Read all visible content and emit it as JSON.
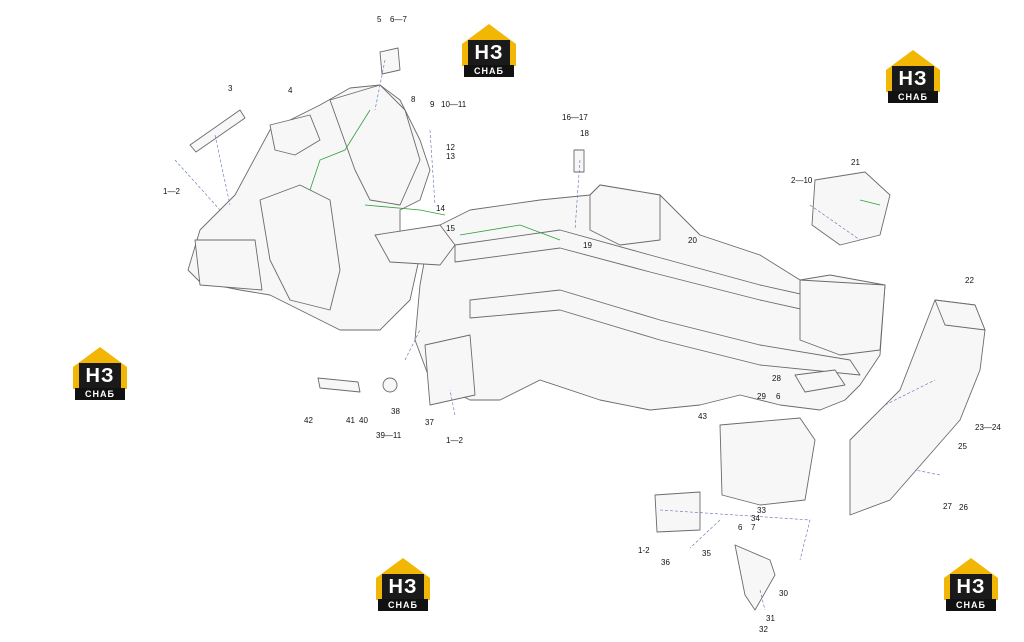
{
  "watermark": {
    "main": "НЗ",
    "sub": "СНАБ",
    "accent": "#f2b705",
    "dark": "#1a1a1a"
  },
  "colors": {
    "line": "#6b6b6b",
    "dash": "#5a6fb0",
    "harness": "#2f9e3a",
    "fill": "#f7f7f7"
  },
  "callouts": [
    "5",
    "6—7",
    "3",
    "4",
    "8",
    "9",
    "10—11",
    "1—2",
    "12",
    "13",
    "16—17",
    "18",
    "14",
    "15",
    "19",
    "20",
    "2—10",
    "21",
    "22",
    "42",
    "41",
    "40",
    "38",
    "39—11",
    "37",
    "1—2",
    "28",
    "29",
    "6",
    "43",
    "25",
    "23—24",
    "27",
    "26",
    "33",
    "34",
    "6",
    "7",
    "35",
    "36",
    "1-2",
    "30",
    "31",
    "32"
  ]
}
